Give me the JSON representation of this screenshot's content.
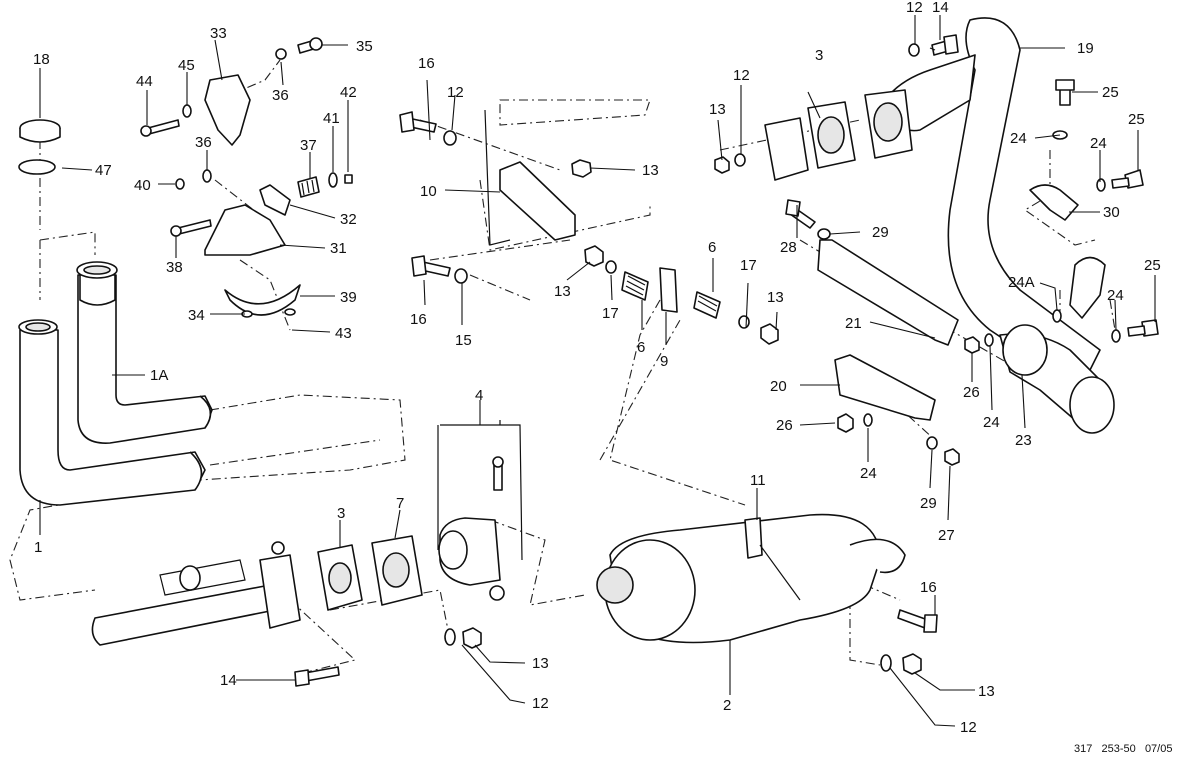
{
  "labels": {
    "l1": "1",
    "l1a": "1A",
    "l2": "2",
    "l3": "3",
    "l4": "4",
    "l6": "6",
    "l7": "7",
    "l9": "9",
    "l10": "10",
    "l11": "11",
    "l12": "12",
    "l13": "13",
    "l14": "14",
    "l15": "15",
    "l16": "16",
    "l17": "17",
    "l18": "18",
    "l19": "19",
    "l20": "20",
    "l21": "21",
    "l23": "23",
    "l24": "24",
    "l24a": "24A",
    "l25": "25",
    "l26": "26",
    "l27": "27",
    "l28": "28",
    "l29": "29",
    "l30": "30",
    "l31": "31",
    "l32": "32",
    "l33": "33",
    "l34": "34",
    "l35": "35",
    "l36": "36",
    "l37": "37",
    "l38": "38",
    "l39": "39",
    "l40": "40",
    "l41": "41",
    "l42": "42",
    "l43": "43",
    "l44": "44",
    "l45": "45",
    "l47": "47"
  },
  "footer": {
    "text": "317   253-50   07/05"
  }
}
